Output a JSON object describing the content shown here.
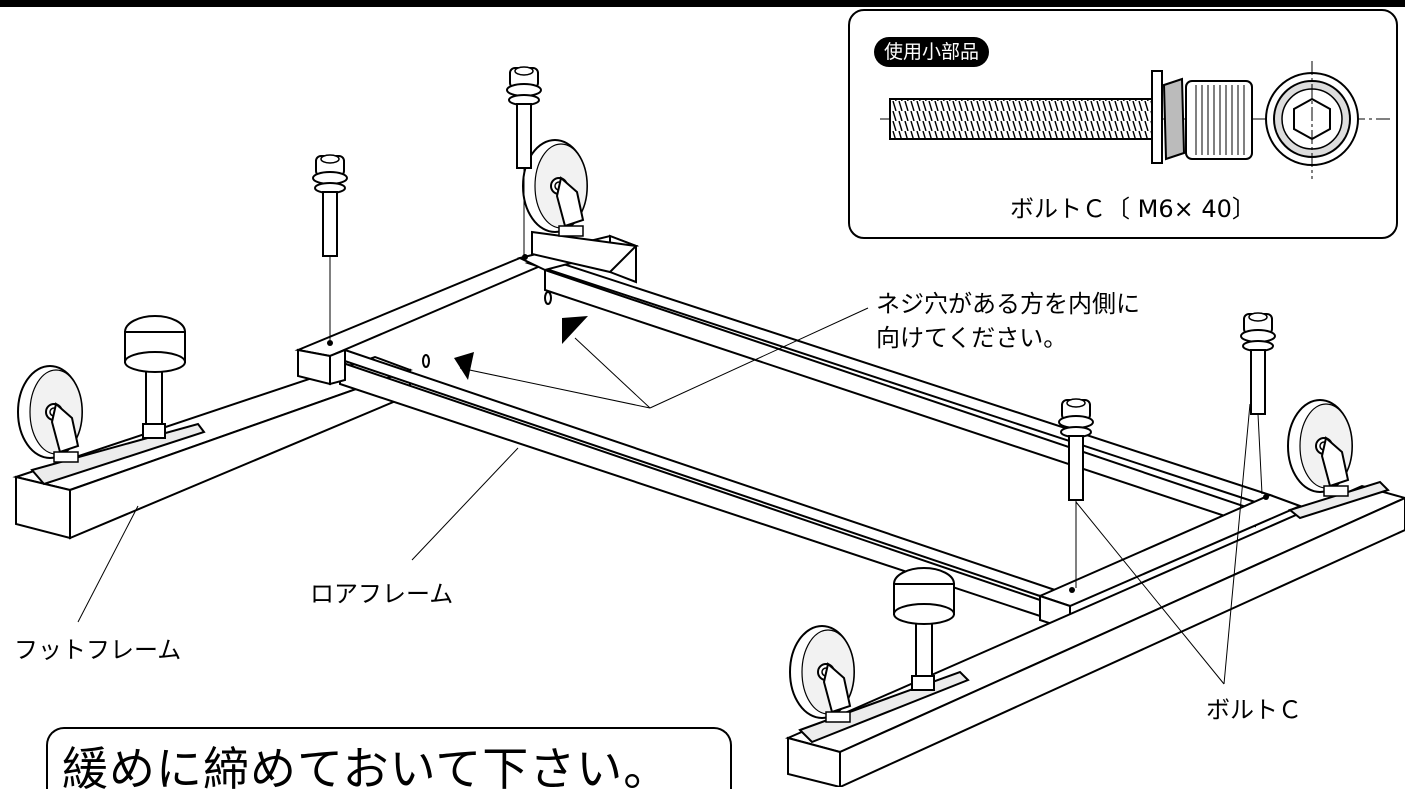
{
  "parts_box": {
    "badge": "使用小部品",
    "bolt_spec": "ボルトＣ〔 M6× 40〕"
  },
  "labels": {
    "screw_hole_note_line1": "ネジ穴がある方を内側に",
    "screw_hole_note_line2": "向けてください。",
    "lower_frame": "ロアフレーム",
    "foot_frame": "フットフレーム",
    "bolt_c": "ボルトＣ"
  },
  "instruction": "緩めに締めておいて下さい。",
  "colors": {
    "line": "#000000",
    "fill": "#ffffff",
    "shade": "#d8d8d8",
    "badge_bg": "#000000"
  }
}
